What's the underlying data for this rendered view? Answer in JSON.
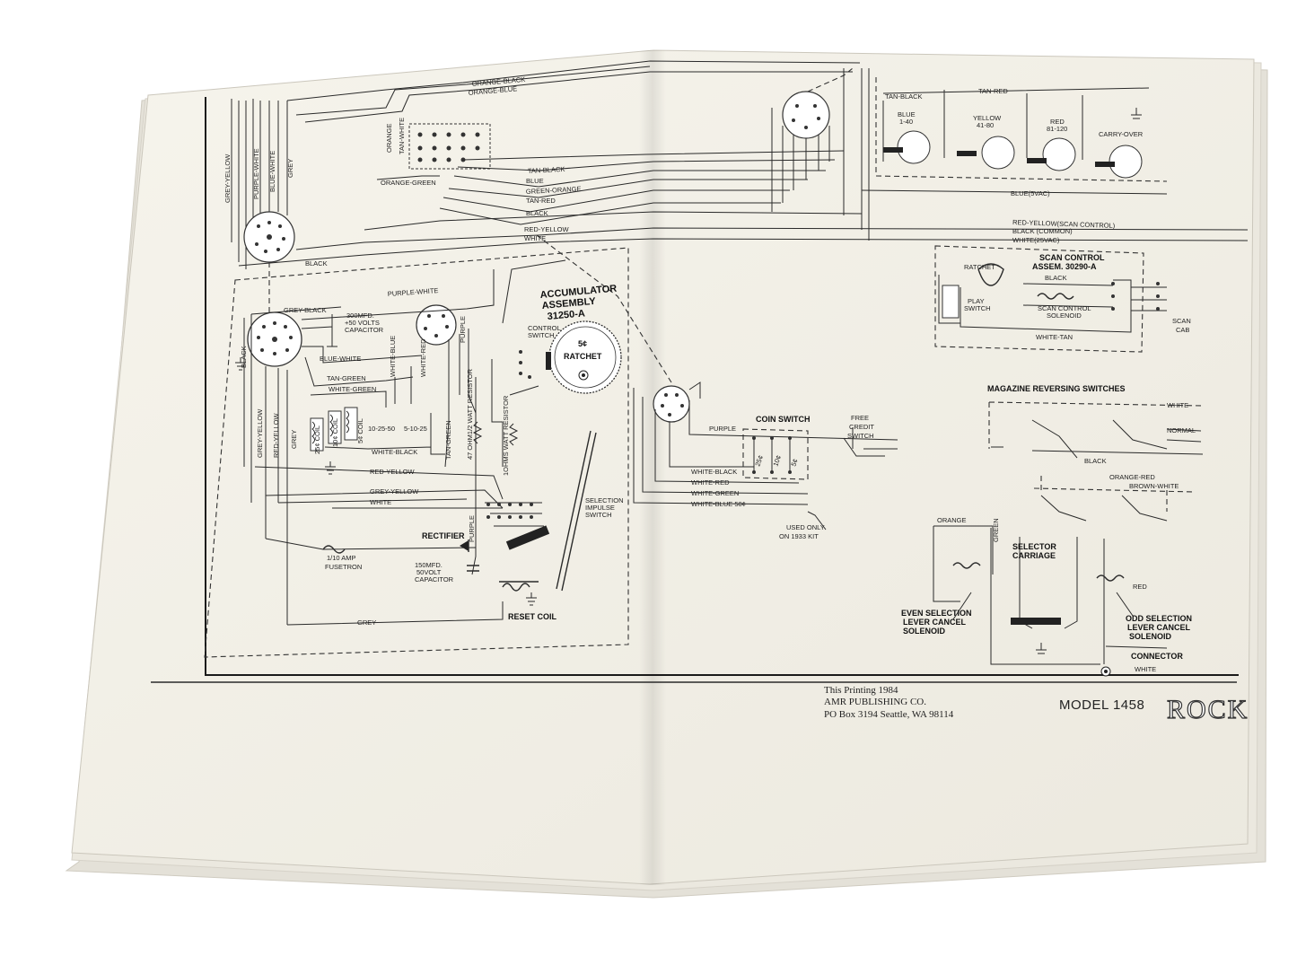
{
  "document": {
    "footer": {
      "printing": "This Printing 1984",
      "publisher": "AMR PUBLISHING CO.",
      "address": "PO Box 3194 Seattle, WA 98114",
      "model": "MODEL 1458",
      "brand_fragment": "ROCK"
    },
    "labels": {
      "grey_yellow_top": "GREY-YELLOW",
      "purple_white_top": "PURPLE-WHITE",
      "blue_white_top": "BLUE-WHITE",
      "grey_top": "GREY",
      "orange": "ORANGE",
      "tan_white": "TAN-WHITE",
      "orange_black": "ORANGE-BLACK",
      "orange_blue": "ORANGE-BLUE",
      "orange_green": "ORANGE-GREEN",
      "tan_black": "TAN-BLACK",
      "blue": "BLUE",
      "green_orange": "GREEN-ORANGE",
      "tan_red": "TAN-RED",
      "black": "BLACK",
      "red_yellow": "RED-YELLOW",
      "white": "WHITE",
      "black_low": "BLACK",
      "purple_white": "PURPLE-WHITE",
      "grey_black": "GREY-BLACK",
      "cap_300": "300MFD.",
      "cap_300_volts": "+50 VOLTS",
      "cap_300_type": "CAPACITOR",
      "blue_white": "BLUE-WHITE",
      "tan_green": "TAN-GREEN",
      "white_blue": "WHITE-BLUE",
      "white_red": "WHITE-RED",
      "white_green": "WHITE-GREEN",
      "black_left": "BLACK",
      "coil_25": "25¢ COIL",
      "coil_10": "10¢ COIL",
      "coil_5": "5¢ COIL",
      "sw_10": "10-25-50",
      "sw_5": "5-10-25",
      "white_black": "WHITE-BLACK",
      "grey_yellow": "GREY-YELLOW",
      "red_yellow_left": "RED-YELLOW",
      "grey_left": "GREY",
      "red_yellow_mid": "RED-YELLOW",
      "tan_green_v": "TAN-GREEN",
      "resistor_47": "47 OHM1/2 WATT RESISTOR",
      "resistor_1": "1OHMS WATT RESISTOR",
      "grey_yellow_mid": "GREY-YELLOW",
      "white_mid": "WHITE",
      "purple_v": "PURPLE",
      "purple_v2": "PURPLE",
      "accumulator": "ACCUMULATOR",
      "assembly": "ASSEMBLY",
      "assembly_no": "31250-A",
      "control_switch": "CONTROL",
      "control_switch2": "SWITCH",
      "ratchet": "RATCHET",
      "ratchet_5c": "5¢",
      "selection_impulse": "SELECTION",
      "selection_impulse2": "IMPULSE",
      "selection_impulse3": "SWITCH",
      "fusetron_amp": "1/10 AMP",
      "fusetron": "FUSETRON",
      "rectifier": "RECTIFIER",
      "cap_150": "150MFD.",
      "cap_150_volt": "50VOLT",
      "cap_150_type": "CAPACITOR",
      "reset_coil": "RESET COIL",
      "grey_bottom": "GREY",
      "blue_coil": "BLUE",
      "blue_range": "1-40",
      "yellow_coil": "YELLOW",
      "yellow_range": "41-80",
      "red_coil": "RED",
      "red_range": "81-120",
      "carry_over": "CARRY-OVER",
      "tan_black_r": "TAN-BLACK",
      "tan_red_r": "TAN-RED",
      "blue_svac": "BLUE(5VAC)",
      "red_yellow_scan": "RED-YELLOW(SCAN CONTROL)",
      "black_common": "BLACK (COMMON)",
      "white_25vac": "WHITE(25VAC)",
      "ratchet_r": "RATCHET",
      "scan_control": "SCAN CONTROL",
      "scan_assem": "ASSEM. 30290-A",
      "play_switch": "PLAY",
      "play_switch2": "SWITCH",
      "black_scan": "BLACK",
      "scan_solenoid": "SCAN CONTROL",
      "scan_solenoid2": "SOLENOID",
      "white_tan": "WHITE-TAN",
      "scan_frag": "SCAN",
      "cab_frag": "CAB",
      "purple_coin": "PURPLE",
      "coin_switch": "COIN SWITCH",
      "free_credit": "FREE",
      "free_credit2": "CREDIT",
      "free_credit3": "SWITCH",
      "white_black_coin": "WHITE-BLACK",
      "white_red_coin": "WHITE-RED",
      "white_green_coin": "WHITE-GREEN",
      "white_blue_50": "WHITE-BLUE 50¢",
      "used_only": "USED ONLY",
      "used_only2": "ON 1933 KIT",
      "coin_25": "25¢",
      "coin_10": "10¢",
      "coin_5": "5¢",
      "magazine": "MAGAZINE REVERSING SWITCHES",
      "white_mag": "WHITE",
      "black_mag": "BLACK",
      "normal": "NORMAL",
      "orange_red": "ORANGE-RED",
      "brown_white": "BROWN-WHITE",
      "orange_sel": "ORANGE",
      "green_sel": "GREEN",
      "selector": "SELECTOR",
      "carriage": "CARRIAGE",
      "red_sel": "RED",
      "even_sel": "EVEN SELECTION",
      "even_sel2": "LEVER CANCEL",
      "even_sel3": "SOLENOID",
      "odd_sel": "ODD SELECTION",
      "odd_sel2": "LEVER CANCEL",
      "odd_sel3": "SOLENOID",
      "connector": "CONNECTOR",
      "white_conn": "WHITE"
    }
  }
}
